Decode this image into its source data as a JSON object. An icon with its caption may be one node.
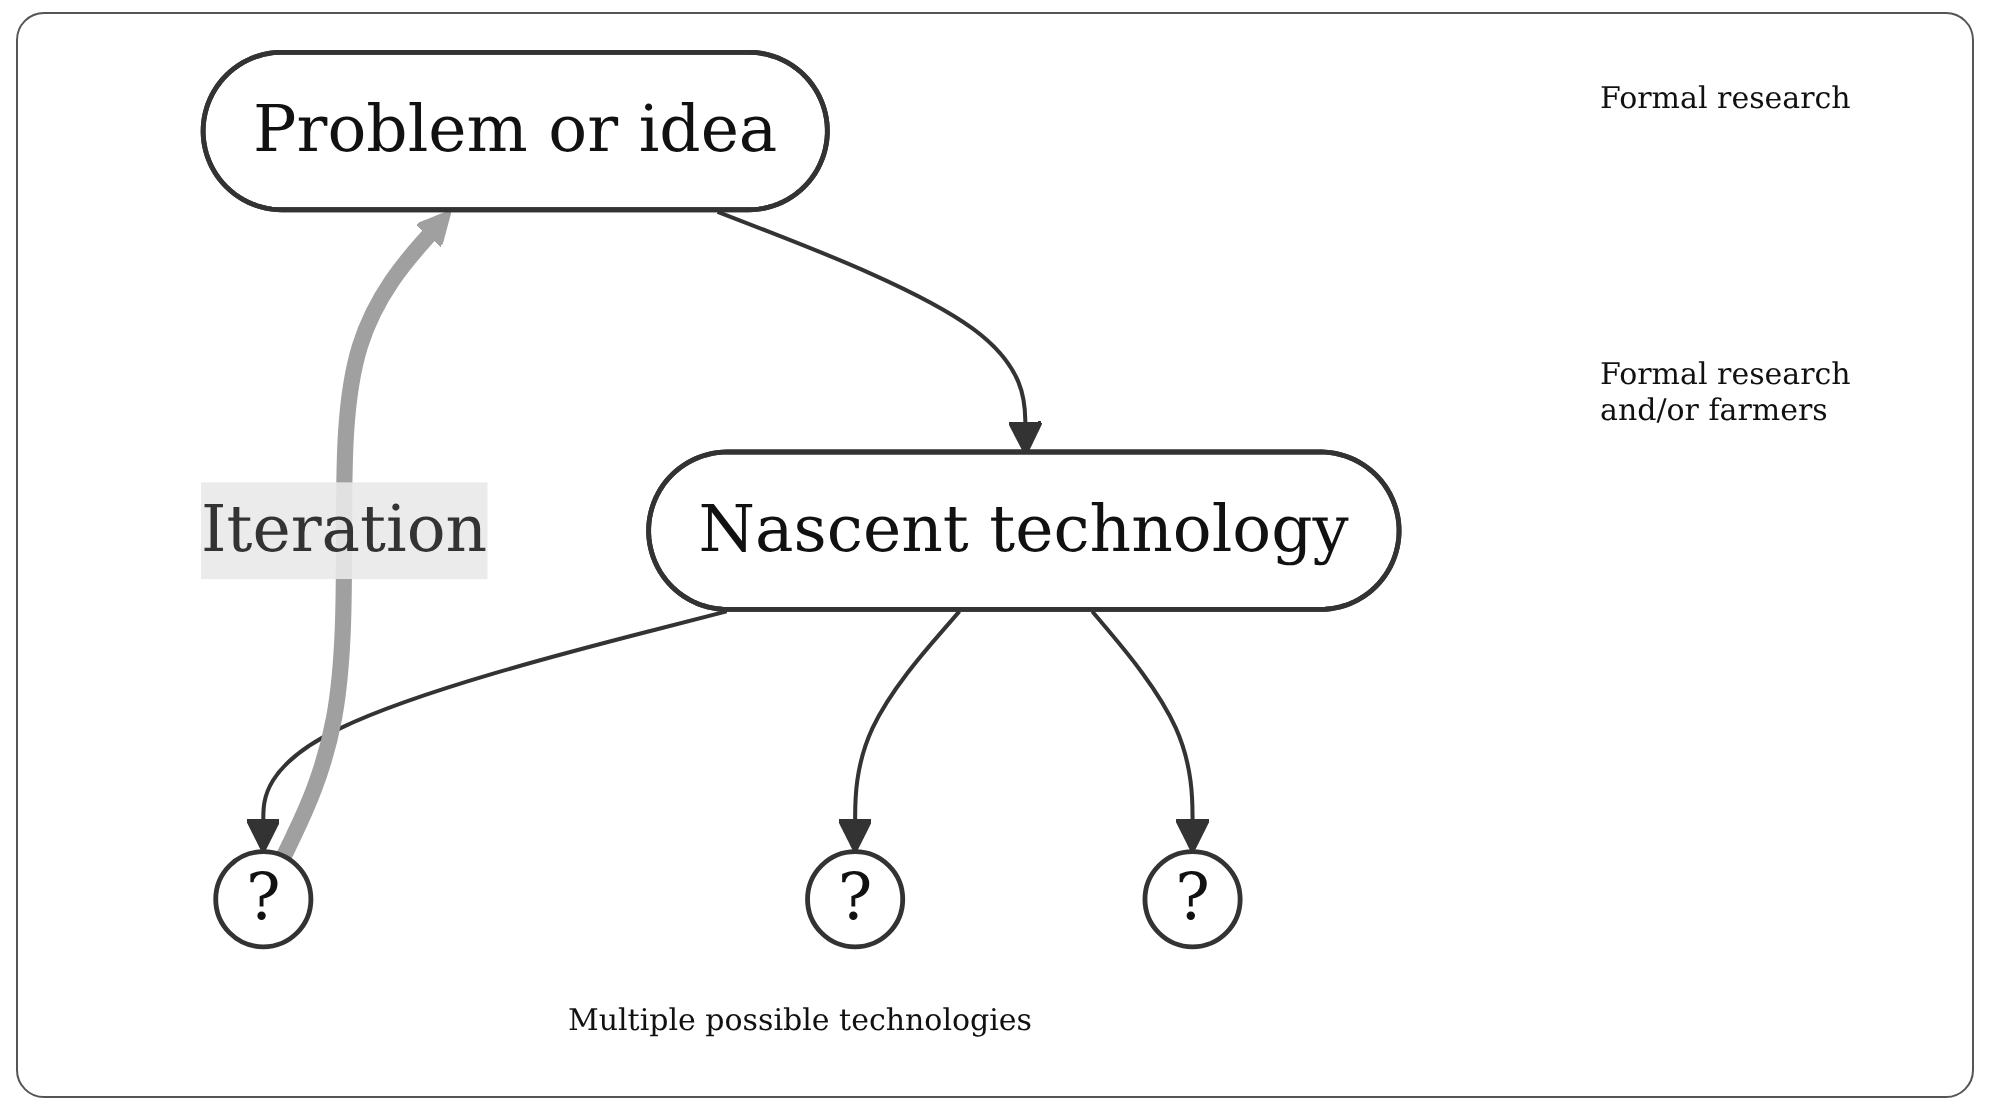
{
  "diagram": {
    "nodes": [
      {
        "text": [
          "Problem or idea"
        ]
      },
      {
        "text": [
          "Nascent technology"
        ]
      },
      {
        "text": [
          "?"
        ]
      },
      {
        "text": [
          "?"
        ]
      },
      {
        "text": [
          "?"
        ]
      }
    ],
    "edges": [
      {
        "from": 0,
        "to": 1,
        "arrow": "to"
      },
      {
        "from": 1,
        "to": 2,
        "arrow": "to"
      },
      {
        "from": 1,
        "to": 3,
        "arrow": "to"
      },
      {
        "from": 1,
        "to": 4,
        "arrow": "to"
      },
      {
        "from": 2,
        "to": 0,
        "arrow": "to",
        "label": "Iteration",
        "style": "thick",
        "color": "#a0a0a0"
      }
    ],
    "labels": [
      "Formal research",
      "Formal research and/or farmers",
      "Multiple possible technologies"
    ]
  }
}
